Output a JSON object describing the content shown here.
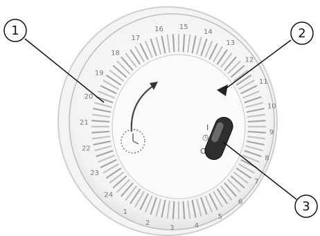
{
  "callouts": [
    {
      "number": "1"
    },
    {
      "number": "2"
    },
    {
      "number": "3"
    }
  ],
  "dial_numbers": [
    "15",
    "14",
    "13",
    "12",
    "11",
    "10",
    "9",
    "8",
    "7",
    "6",
    "5",
    "4",
    "3",
    "2",
    "1",
    "24",
    "23",
    "22",
    "21",
    "20",
    "19",
    "18",
    "17",
    "16"
  ],
  "switch_labels": {
    "on": "I",
    "timer": "◷",
    "off": "O"
  },
  "colors": {
    "ring": "#9a9a9a",
    "tappet": "#b3b3b3",
    "switch": "#333333",
    "outline": "#111111"
  }
}
